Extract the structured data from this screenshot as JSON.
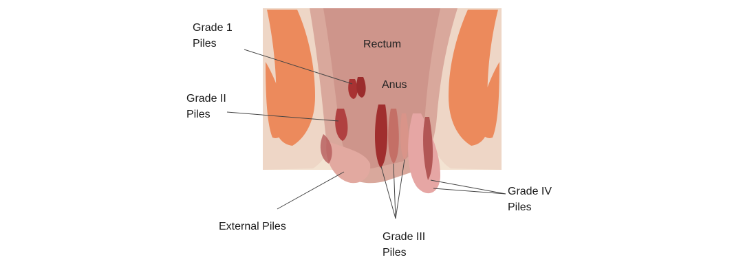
{
  "labels": {
    "rectum": "Rectum",
    "anus": "Anus",
    "grade1": {
      "line1": "Grade 1",
      "line2": "Piles"
    },
    "grade2": {
      "line1": "Grade II",
      "line2": "Piles"
    },
    "grade3": {
      "line1": "Grade III",
      "line2": "Piles"
    },
    "grade4": {
      "line1": "Grade IV",
      "line2": "Piles"
    },
    "external": "External Piles"
  },
  "colors": {
    "skin": "#f3e3d2",
    "tissue": "#e8c0b4",
    "muscle": "#ec8a5c",
    "vessel": "#9b2c2c",
    "leader_line": "#444444"
  }
}
